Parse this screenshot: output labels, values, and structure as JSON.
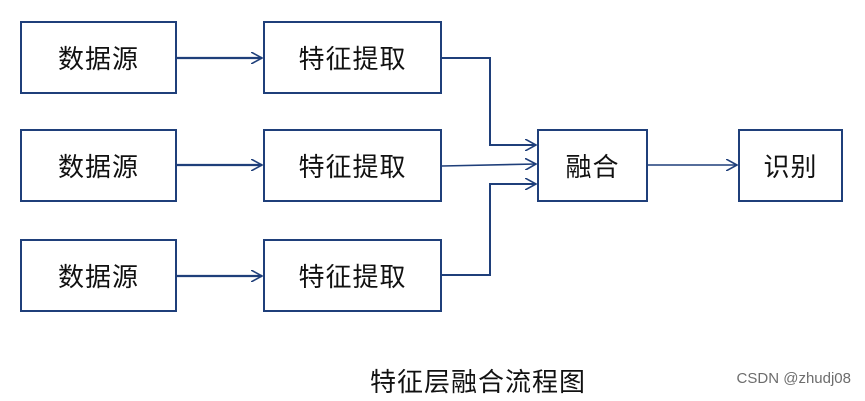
{
  "diagram": {
    "sources": [
      {
        "label": "数据源"
      },
      {
        "label": "数据源"
      },
      {
        "label": "数据源"
      }
    ],
    "features": [
      {
        "label": "特征提取"
      },
      {
        "label": "特征提取"
      },
      {
        "label": "特征提取"
      }
    ],
    "fusion": {
      "label": "融合"
    },
    "recognition": {
      "label": "识别"
    },
    "caption": "特征层融合流程图",
    "line_color": "#1f3f7a"
  },
  "watermark": "CSDN @zhudj08"
}
